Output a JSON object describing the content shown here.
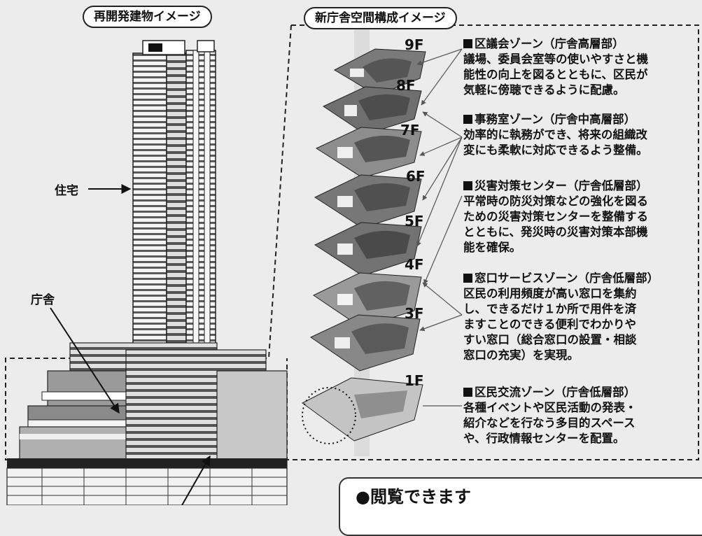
{
  "header_left": "再開発建物イメージ",
  "header_right": "新庁舎空間構成イメージ",
  "labels": {
    "residential": "住宅",
    "government": "庁舎"
  },
  "floors": [
    "9F",
    "8F",
    "7F",
    "6F",
    "5F",
    "4F",
    "3F",
    "1F"
  ],
  "zones": [
    {
      "title": "区議会ゾーン（庁舎高層部）",
      "lines": [
        "議場、委員会室等の使いやすさと機",
        "能性の向上を図るとともに、区民が",
        "気軽に傍聴できるように配慮。"
      ]
    },
    {
      "title": "事務室ゾーン（庁舎中高層部）",
      "lines": [
        "効率的に執務ができ、将来の組織改",
        "変にも柔軟に対応できるよう整備。"
      ]
    },
    {
      "title": "災害対策センター（庁舎低層部）",
      "lines": [
        "平常時の防災対策などの強化を図る",
        "ための災害対策センターを整備する",
        "とともに、発災時の災害対策本部機",
        "能を確保。"
      ]
    },
    {
      "title": "窓口サービスゾーン（庁舎低層部）",
      "lines": [
        "区民の利用頻度が高い窓口を集約",
        "し、できるだけ１か所で用件を済",
        "ますことのできる便利でわかりや",
        "すい窓口（総合窓口の設置・相談",
        "窓口の充実）を実現。"
      ]
    },
    {
      "title": "区民交流ゾーン（庁舎低層部）",
      "lines": [
        "各種イベントや区民活動の発表・",
        "紹介などを行なう多目的スペース",
        "や、行政情報センターを配置。"
      ]
    }
  ],
  "notice": "●閲覧できます"
}
